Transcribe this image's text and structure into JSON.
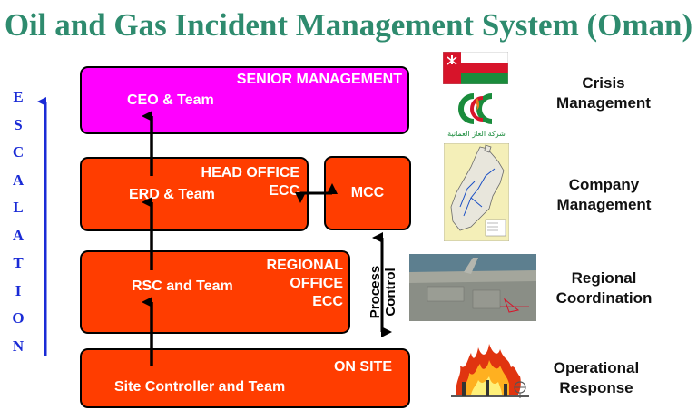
{
  "title": "Oil and Gas Incident Management System (Oman)",
  "escalation_letters": [
    "E",
    "S",
    "C",
    "A",
    "L",
    "A",
    "T",
    "I",
    "O",
    "N"
  ],
  "boxes": {
    "senior": {
      "heading": "SENIOR MANAGEMENT",
      "team": "CEO & Team"
    },
    "head_office": {
      "heading_line1": "HEAD OFFICE",
      "heading_line2": "ECC",
      "team": "ERD & Team"
    },
    "mcc": {
      "label": "MCC"
    },
    "regional": {
      "heading_line1": "REGIONAL",
      "heading_line2": "OFFICE",
      "heading_line3": "ECC",
      "team": "RSC and Team"
    },
    "onsite": {
      "heading": "ON SITE",
      "team": "Site Controller and Team"
    }
  },
  "process_control": {
    "line1": "Process",
    "line2": "Control"
  },
  "right_labels": {
    "crisis": {
      "line1": "Crisis",
      "line2": "Management"
    },
    "company": {
      "line1": "Company",
      "line2": "Management"
    },
    "regional": {
      "line1": "Regional",
      "line2": "Coordination"
    },
    "operational": {
      "line1": "Operational",
      "line2": "Response"
    }
  },
  "logo_text": "شركة الغاز العمانية",
  "colors": {
    "title": "#2e8b6e",
    "escalation": "#1a2bd6",
    "box_red": "#ff3d00",
    "box_magenta": "#ff00ff"
  }
}
